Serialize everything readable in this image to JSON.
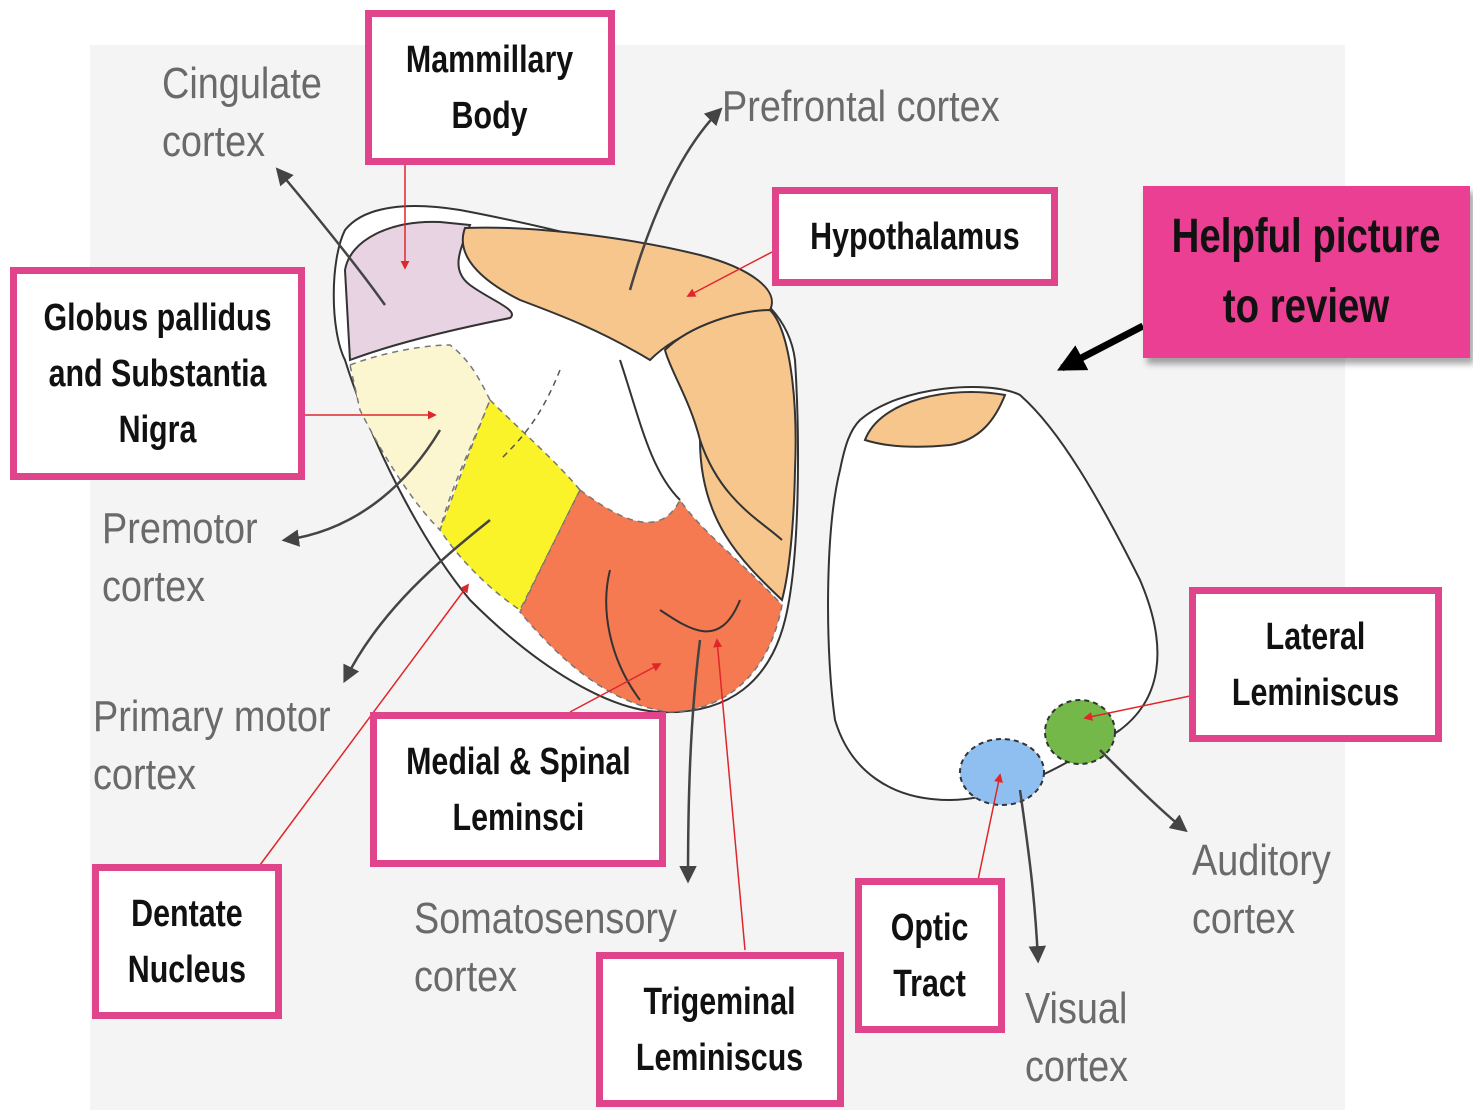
{
  "callout": {
    "line1": "Helpful picture",
    "line2": "to review",
    "color": "#ea3f93"
  },
  "boxes": {
    "mammillary": {
      "line1": "Mammillary",
      "line2": "Body"
    },
    "hypothalamus": {
      "line1": "Hypothalamus"
    },
    "globus": {
      "line1": "Globus pallidus",
      "line2": "and Substantia",
      "line3": "Nigra"
    },
    "medial": {
      "line1": "Medial & Spinal",
      "line2": "Leminsci"
    },
    "dentate": {
      "line1": "Dentate",
      "line2": "Nucleus"
    },
    "trigeminal": {
      "line1": "Trigeminal",
      "line2": "Leminiscus"
    },
    "optic": {
      "line1": "Optic",
      "line2": "Tract"
    },
    "lateral": {
      "line1": "Lateral",
      "line2": "Leminiscus"
    }
  },
  "labels": {
    "cingulate": {
      "line1": "Cingulate",
      "line2": "cortex"
    },
    "prefrontal": {
      "line1": "Prefrontal cortex"
    },
    "premotor": {
      "line1": "Premotor",
      "line2": "cortex"
    },
    "primary_motor": {
      "line1": "Primary motor",
      "line2": "cortex"
    },
    "somatosensory": {
      "line1": "Somatosensory",
      "line2": "cortex"
    },
    "visual": {
      "line1": "Visual",
      "line2": "cortex"
    },
    "auditory": {
      "line1": "Auditory",
      "line2": "cortex"
    }
  },
  "colors": {
    "box_border": "#e0458c",
    "pointer_arrow": "#e0262a",
    "region_mammillary": "#e8d3e3",
    "region_hypothalamus": "#f7c68d",
    "region_globus": "#fbf6cf",
    "region_dentate": "#fbf32a",
    "region_somatosensory": "#f57a52",
    "region_optic": "#8fbff0",
    "region_lateral": "#74b84a"
  }
}
